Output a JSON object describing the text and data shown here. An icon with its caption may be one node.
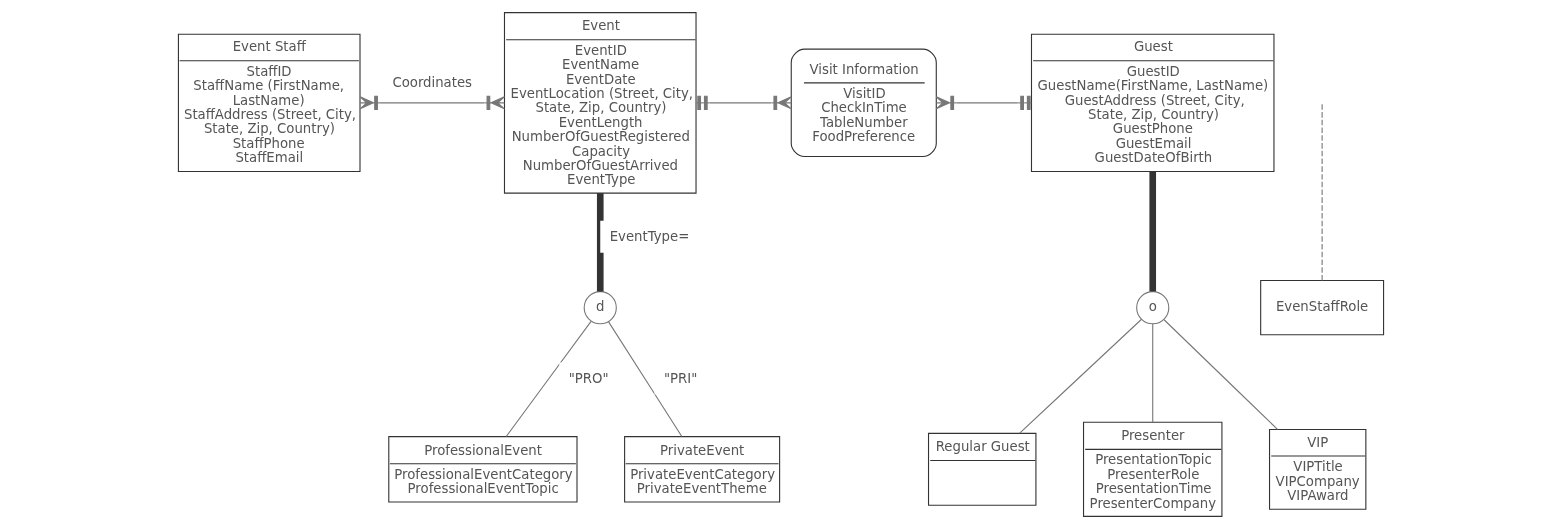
{
  "diagram": {
    "nodes": [
      {
        "text": [
          "Event Staff",
          "StaffID",
          "StaffName (FirstName, LastName)",
          "StaffAddress (Street, City, State, Zip, Country)",
          "StaffPhone",
          "StaffEmail"
        ]
      },
      {
        "text": [
          "Event",
          "EventID",
          "EventName",
          "EventDate",
          "EventLocation (Street, City, State, Zip, Country)",
          "EventLength",
          "NumberOfGuestRegistered",
          "Capacity",
          "NumberOfGuestArrived",
          "EventType"
        ]
      },
      {
        "text": [
          "Visit Information",
          "VisitID",
          "CheckInTime",
          "TableNumber",
          "FoodPreference"
        ]
      },
      {
        "text": [
          "Guest",
          "GuestID",
          "GuestName(FirstName, LastName)",
          "GuestAddress (Street, City, State, Zip, Country)",
          "GuestPhone",
          "GuestEmail",
          "GuestDateOfBirth"
        ]
      },
      {
        "text": [
          "EvenStaffRole"
        ]
      },
      {
        "text": [
          "d"
        ]
      },
      {
        "text": [
          "ProfessionalEvent",
          "ProfessionalEventCategory",
          "ProfessionalEventTopic"
        ]
      },
      {
        "text": [
          "PrivateEvent",
          "PrivateEventCategory",
          "PrivateEventTheme"
        ]
      },
      {
        "text": [
          "o"
        ]
      },
      {
        "text": [
          "Regular Guest"
        ]
      },
      {
        "text": [
          "Presenter",
          "PresentationTopic",
          "PresenterRole",
          "PresentationTime",
          "PresenterCompany"
        ]
      },
      {
        "text": [
          "VIP",
          "VIPTitle",
          "VIPCompany",
          "VIPAward"
        ]
      }
    ],
    "edges": [
      {
        "from": 0,
        "to": 1,
        "arrow": "other",
        "label": "Coordinates"
      },
      {
        "from": 4,
        "to": null,
        "arrow": "none",
        "style": "dashed"
      },
      {
        "from": 1,
        "to": 2,
        "arrow": "other"
      },
      {
        "from": 2,
        "to": 3,
        "arrow": "other"
      },
      {
        "from": 1,
        "to": 5,
        "arrow": "none",
        "style": "thick",
        "label": "EventType="
      },
      {
        "from": 5,
        "to": 6,
        "arrow": "none",
        "label": "\"PRO\""
      },
      {
        "from": 5,
        "to": 7,
        "arrow": "none",
        "label": "\"PRI\""
      },
      {
        "from": 3,
        "to": 8,
        "arrow": "none",
        "style": "thick"
      },
      {
        "from": 8,
        "to": 9,
        "arrow": "none"
      },
      {
        "from": 8,
        "to": 10,
        "arrow": "none"
      },
      {
        "from": 8,
        "to": 11,
        "arrow": "none"
      }
    ]
  }
}
